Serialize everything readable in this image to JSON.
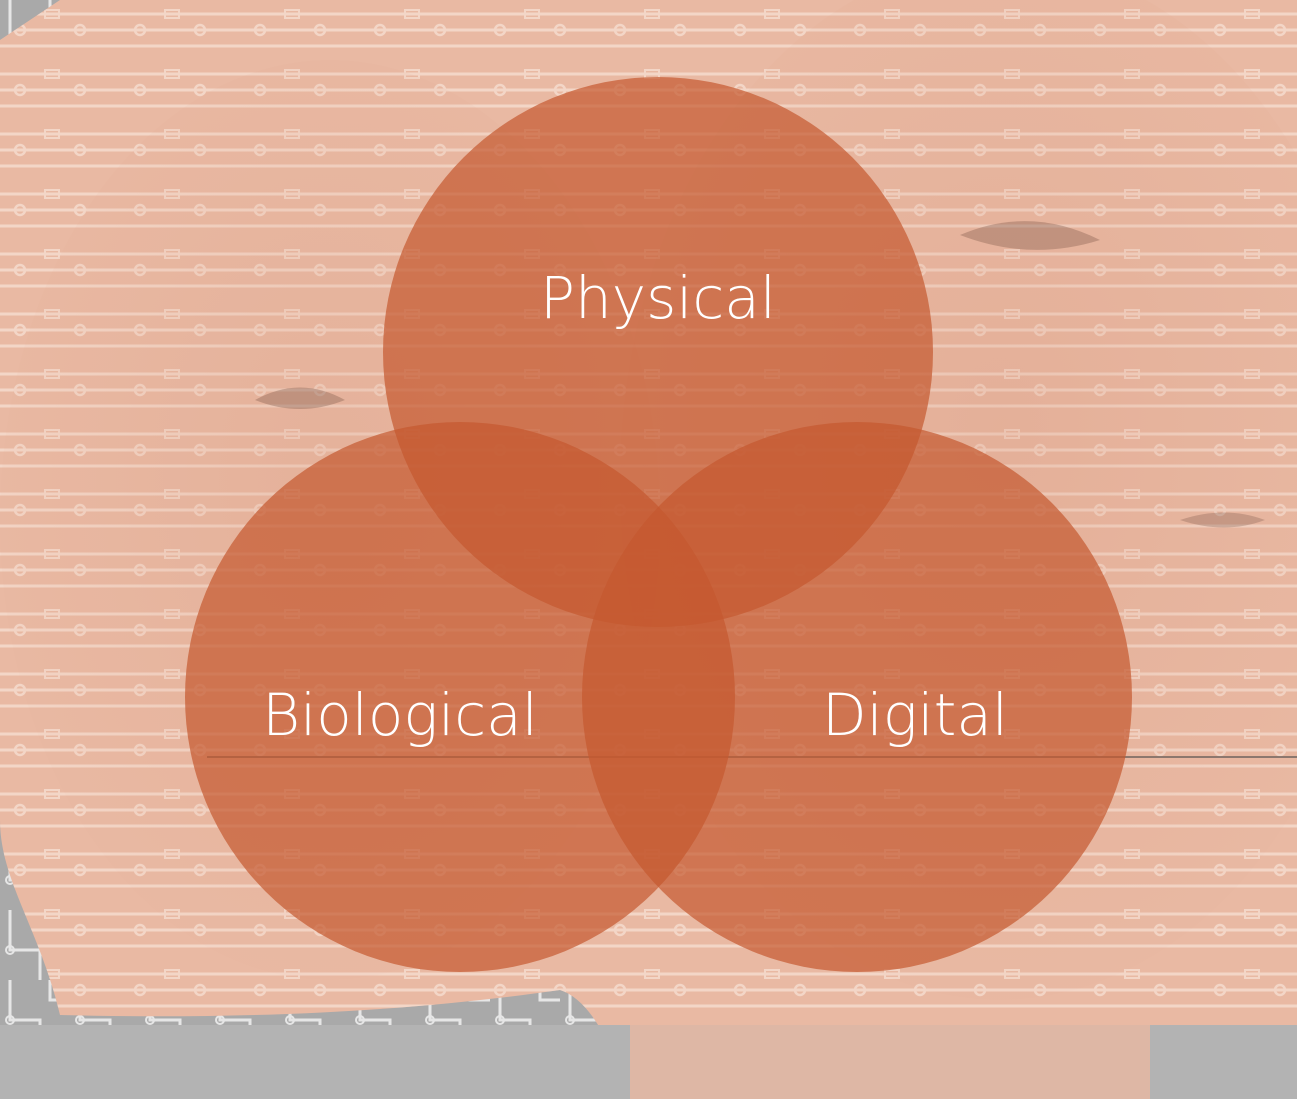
{
  "diagram": {
    "type": "venn",
    "sets": [
      {
        "id": "physical",
        "label": "Physical"
      },
      {
        "id": "biological",
        "label": "Biological"
      },
      {
        "id": "digital",
        "label": "Digital"
      }
    ],
    "colors": {
      "circle_fill": "#c4592f",
      "label": "#ffffff",
      "divider": "#6e625d",
      "background_gray": "#b3b3b3",
      "background_skin": "#e9b9a3",
      "circuit_trace": "#f6ddd0"
    }
  }
}
